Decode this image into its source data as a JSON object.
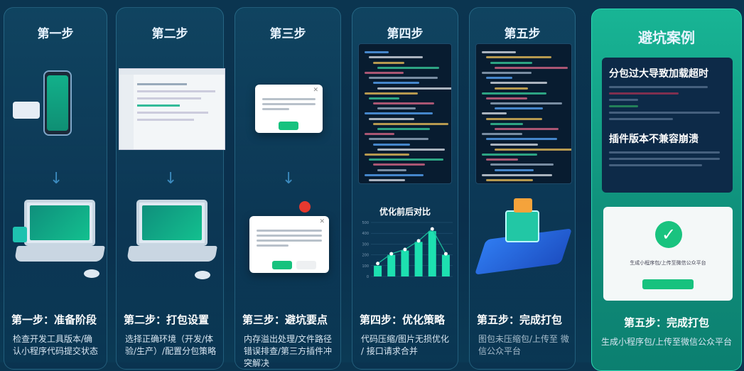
{
  "columns": [
    {
      "header": "第一步",
      "step_title": "第一步：准备阶段",
      "desc": "检查开发工具版本/确认小程序代码提交状态"
    },
    {
      "header": "第二步",
      "step_title": "第二步：打包设置",
      "desc": "选择正确环境（开发/体验/生产）/配置分包策略"
    },
    {
      "header": "第三步",
      "step_title": "第三步：避坑要点",
      "desc": "内存溢出处理/文件路径错误排查/第三方插件冲突解决"
    },
    {
      "header": "第四步",
      "step_title": "第四步：优化策略",
      "desc": "代码压缩/图片无损优化 / 接口请求合并"
    },
    {
      "header": "第五步",
      "step_title": "第五步：完成打包",
      "desc": "图包未压缩包/上传至 微信公众平台"
    }
  ],
  "case_panel": {
    "title": "避坑案例",
    "case1_title": "分包过大导致加载超时",
    "case2_title": "插件版本不兼容崩溃",
    "step_title": "第五步：完成打包",
    "desc": "生成小程序包/上传至微信公众平台",
    "success_text": "生成小程序包/上传至微信公众平台"
  },
  "chart_data": {
    "type": "bar",
    "title": "优化前后对比",
    "values": [
      100,
      200,
      240,
      320,
      420,
      200
    ],
    "line_values": [
      120,
      210,
      250,
      330,
      440,
      210
    ],
    "yticks": [
      "0",
      "100",
      "200",
      "300",
      "400",
      "500"
    ],
    "ylim": [
      0,
      500
    ]
  },
  "colors": {
    "accent": "#17c27e",
    "panel": "#10917c",
    "bg": "#0a2f4c"
  }
}
